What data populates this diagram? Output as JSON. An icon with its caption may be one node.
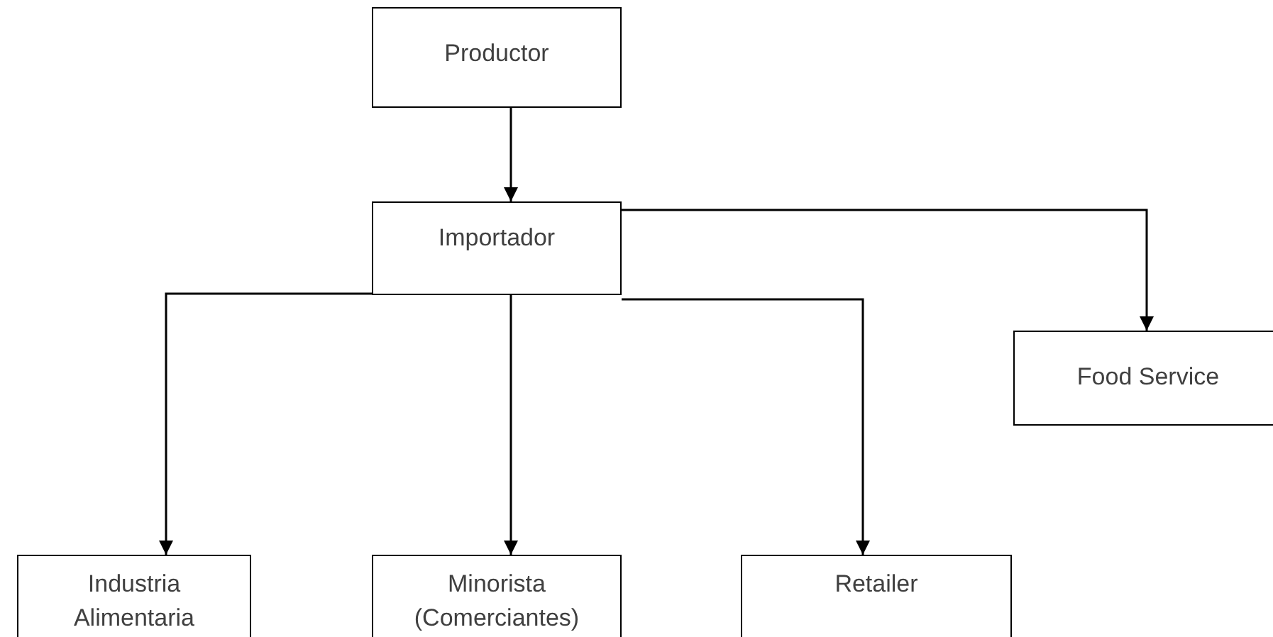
{
  "diagram": {
    "nodes": [
      {
        "text": [
          "Productor"
        ]
      },
      {
        "text": [
          "Importador"
        ]
      },
      {
        "text": [
          "Food Service"
        ]
      },
      {
        "text": [
          "Industria Alimentaria"
        ]
      },
      {
        "text": [
          "Minorista (Comerciantes)"
        ]
      },
      {
        "text": [
          "Retailer"
        ]
      }
    ],
    "edges": [
      {
        "from": 0,
        "to": 1,
        "arrow": "to"
      },
      {
        "from": 1,
        "to": 2,
        "arrow": "to"
      },
      {
        "from": 1,
        "to": 3,
        "arrow": "to"
      },
      {
        "from": 1,
        "to": 4,
        "arrow": "to"
      },
      {
        "from": 1,
        "to": 5,
        "arrow": "to"
      }
    ]
  }
}
